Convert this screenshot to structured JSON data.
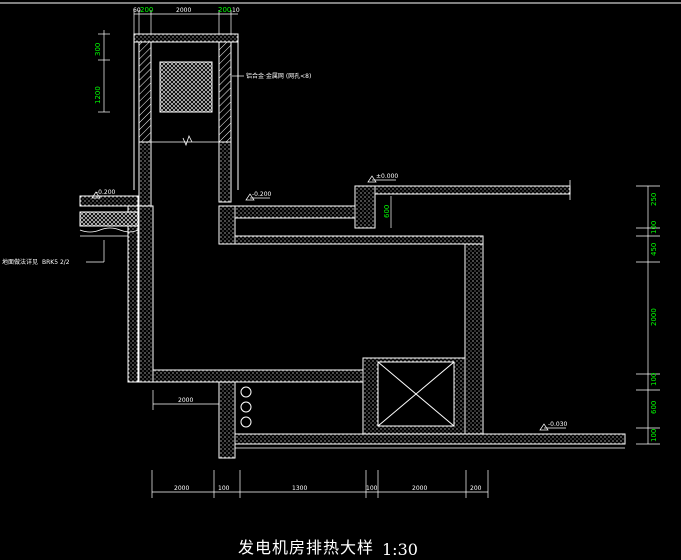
{
  "drawing": {
    "title": "发电机房排热大样",
    "scale": "1:30",
    "labels": {
      "louver_note": "铝合金·金属网 (网孔<8)",
      "wall_note": "地面做法详见",
      "wall_note_ref": "BRK5 2/2"
    },
    "elevations": {
      "upper_left": "-0.200",
      "upper_mid": "-0.200",
      "top_right": "±0.000",
      "bottom_right": "-0.030"
    },
    "dimensions": {
      "top": [
        "60",
        "200",
        "2000",
        "200",
        "10"
      ],
      "left_vertical": [
        "300",
        "1200"
      ],
      "right_vertical": [
        "250",
        "100",
        "450",
        "2000",
        "100",
        "600",
        "100"
      ],
      "inner_600": "600",
      "inner_2000": "2000",
      "bottom": [
        "2000",
        "100",
        "1300",
        "100",
        "2000",
        "200"
      ]
    },
    "colors": {
      "background": "#000000",
      "linework": "#ffffff",
      "dimension_accent": "#00ff00"
    }
  }
}
